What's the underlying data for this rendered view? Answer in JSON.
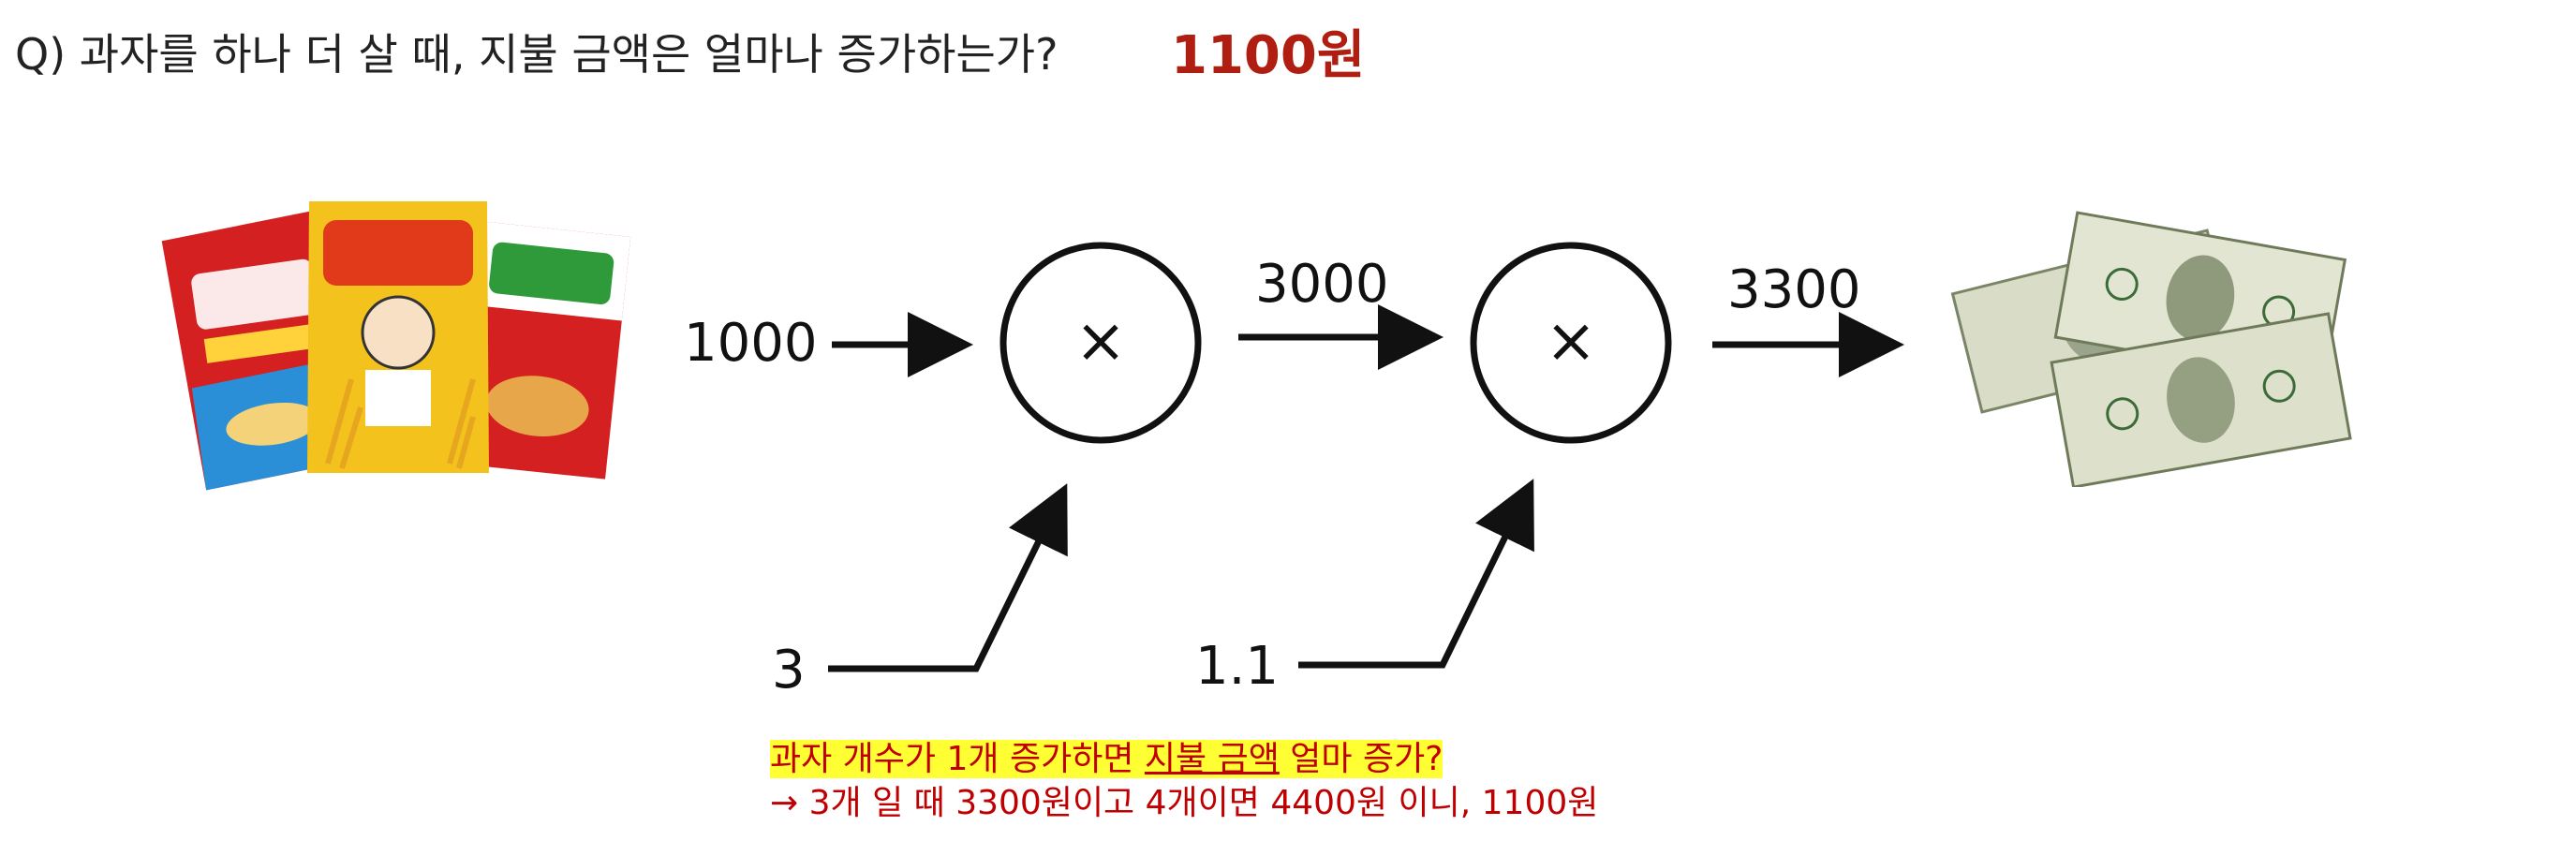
{
  "question": {
    "text": "Q) 과자를 하나 더 살 때, 지불 금액은 얼마나 증가하는가?",
    "answer": "1100원"
  },
  "graph": {
    "input_price": "1000",
    "node1_op": "×",
    "edge1_value": "3000",
    "node2_op": "×",
    "edge2_value": "3300",
    "input_count": "3",
    "input_tax": "1.1"
  },
  "note": {
    "line1_prefix": "과자 개수가 1개 증가하면 ",
    "line1_underlined": "지불 금액",
    "line1_suffix": " 얼마 증가?",
    "line2": "→ 3개 일 때 3300원이고 4개이면 4400원 이니, 1100원"
  },
  "colors": {
    "answer": "#b01e12",
    "note_text": "#c00000",
    "highlight": "#ffff33"
  },
  "icons": {
    "snacks": "chip-bags-image",
    "money": "dollar-bills-image"
  }
}
